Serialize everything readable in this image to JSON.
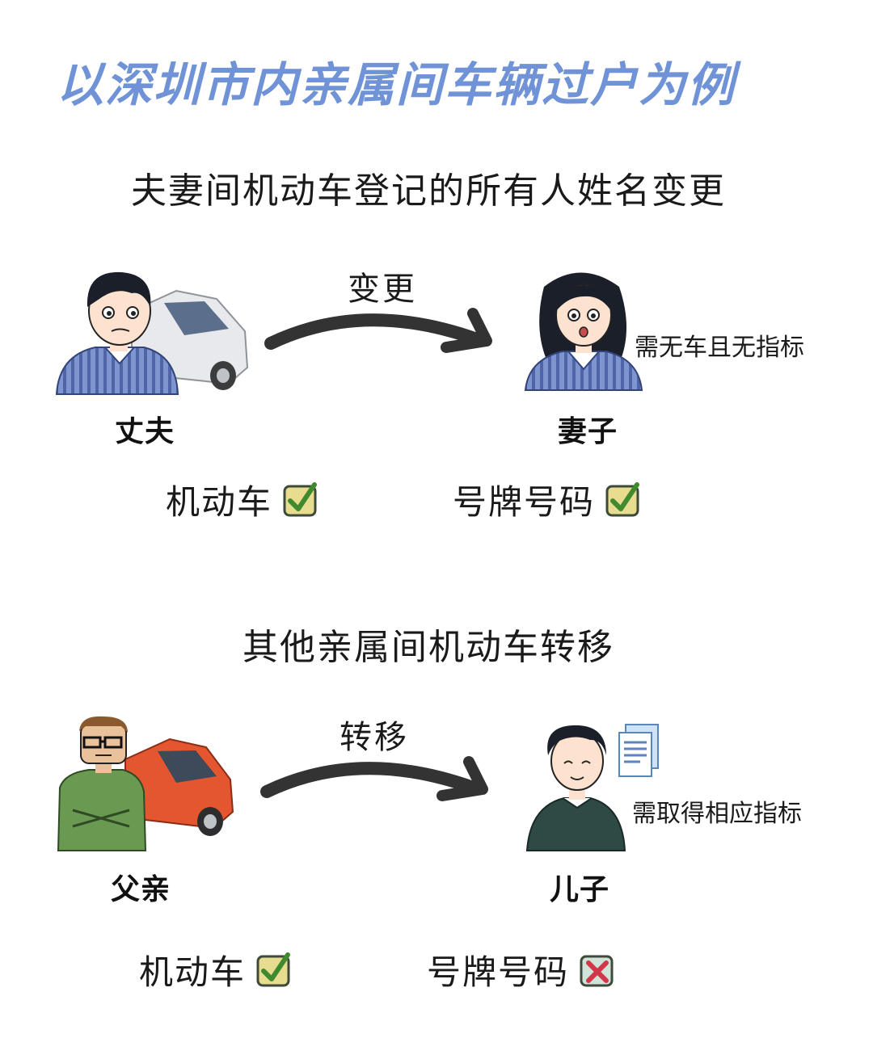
{
  "title": "以深圳市内亲属间车辆过户为例",
  "colors": {
    "title": "#6f93d6",
    "stripe": "#4f65a8",
    "arrow": "#333333",
    "car_red": "#e4562f",
    "shirt_green": "#6a9a52",
    "check_box": "#e8dc8f",
    "check_mark": "#3f8a2e",
    "cross_mark": "#d3364a"
  },
  "section1": {
    "heading": "夫妻间机动车登记的所有人姓名变更",
    "arrow_label": "变更",
    "from_label": "丈夫",
    "to_label": "妻子",
    "note": "需无车且无指标",
    "items": [
      {
        "label": "机动车",
        "status": "check"
      },
      {
        "label": "号牌号码",
        "status": "check"
      }
    ]
  },
  "section2": {
    "heading": "其他亲属间机动车转移",
    "arrow_label": "转移",
    "from_label": "父亲",
    "to_label": "儿子",
    "note": "需取得相应指标",
    "items": [
      {
        "label": "机动车",
        "status": "check"
      },
      {
        "label": "号牌号码",
        "status": "cross"
      }
    ]
  }
}
